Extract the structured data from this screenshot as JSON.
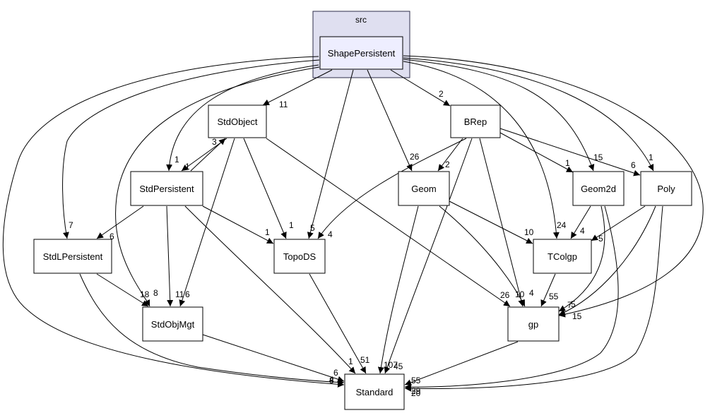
{
  "cluster": {
    "label": "src",
    "fill": "#dfdff0",
    "stroke": "#2e2e4a"
  },
  "colors": {
    "focus_fill": "#eeeeff",
    "node_fill": "#ffffff",
    "stroke": "#000000"
  },
  "nodes": [
    {
      "id": "shapepersistent",
      "label": "ShapePersistent",
      "focus": true
    },
    {
      "id": "stdobject",
      "label": "StdObject"
    },
    {
      "id": "brep",
      "label": "BRep"
    },
    {
      "id": "stdpersistent",
      "label": "StdPersistent"
    },
    {
      "id": "geom",
      "label": "Geom"
    },
    {
      "id": "geom2d",
      "label": "Geom2d"
    },
    {
      "id": "poly",
      "label": "Poly"
    },
    {
      "id": "stdlpersistent",
      "label": "StdLPersistent"
    },
    {
      "id": "topods",
      "label": "TopoDS"
    },
    {
      "id": "tcolgp",
      "label": "TColgp"
    },
    {
      "id": "stdobjmgt",
      "label": "StdObjMgt"
    },
    {
      "id": "gp",
      "label": "gp"
    },
    {
      "id": "standard",
      "label": "Standard"
    }
  ],
  "edges": [
    {
      "from": "shapepersistent",
      "to": "stdobject",
      "label": "11"
    },
    {
      "from": "shapepersistent",
      "to": "brep",
      "label": "2"
    },
    {
      "from": "shapepersistent",
      "to": "stdpersistent",
      "label": "1"
    },
    {
      "from": "shapepersistent",
      "to": "geom",
      "label": "26"
    },
    {
      "from": "shapepersistent",
      "to": "geom2d",
      "label": "15"
    },
    {
      "from": "shapepersistent",
      "to": "poly",
      "label": "1"
    },
    {
      "from": "shapepersistent",
      "to": "stdlpersistent",
      "label": "7"
    },
    {
      "from": "shapepersistent",
      "to": "topods",
      "label": "5"
    },
    {
      "from": "shapepersistent",
      "to": "tcolgp",
      "label": "24"
    },
    {
      "from": "shapepersistent",
      "to": "stdobjmgt",
      "label": "8"
    },
    {
      "from": "shapepersistent",
      "to": "gp",
      "label": "7"
    },
    {
      "from": "shapepersistent",
      "to": "standard",
      "label": "8"
    },
    {
      "from": "stdobject",
      "to": "stdpersistent",
      "label": "1"
    },
    {
      "from": "stdpersistent",
      "to": "stdobject",
      "label": "3"
    },
    {
      "from": "stdobject",
      "to": "topods",
      "label": "1"
    },
    {
      "from": "stdobject",
      "to": "stdobjmgt",
      "label": "6"
    },
    {
      "from": "stdobject",
      "to": "gp",
      "label": "26"
    },
    {
      "from": "brep",
      "to": "geom",
      "label": "2"
    },
    {
      "from": "brep",
      "to": "geom2d",
      "label": "1"
    },
    {
      "from": "brep",
      "to": "poly",
      "label": "6"
    },
    {
      "from": "brep",
      "to": "topods",
      "label": "4"
    },
    {
      "from": "brep",
      "to": "gp",
      "label": "4"
    },
    {
      "from": "brep",
      "to": "standard",
      "label": "45"
    },
    {
      "from": "stdpersistent",
      "to": "stdlpersistent",
      "label": "6"
    },
    {
      "from": "stdpersistent",
      "to": "topods",
      "label": "1"
    },
    {
      "from": "stdpersistent",
      "to": "stdobjmgt",
      "label": "11"
    },
    {
      "from": "stdpersistent",
      "to": "standard",
      "label": "1"
    },
    {
      "from": "geom",
      "to": "tcolgp",
      "label": "10"
    },
    {
      "from": "geom",
      "to": "gp",
      "label": "10"
    },
    {
      "from": "geom",
      "to": "standard",
      "label": "107"
    },
    {
      "from": "geom2d",
      "to": "tcolgp",
      "label": "4"
    },
    {
      "from": "geom2d",
      "to": "gp",
      "label": "5"
    },
    {
      "from": "geom2d",
      "to": "standard",
      "label": "29"
    },
    {
      "from": "poly",
      "to": "tcolgp",
      "label": "5"
    },
    {
      "from": "poly",
      "to": "gp",
      "label": "15"
    },
    {
      "from": "poly",
      "to": "standard",
      "label": "20"
    },
    {
      "from": "stdlpersistent",
      "to": "stdobjmgt",
      "label": "18"
    },
    {
      "from": "stdlpersistent",
      "to": "standard",
      "label": "4"
    },
    {
      "from": "topods",
      "to": "standard",
      "label": "51"
    },
    {
      "from": "tcolgp",
      "to": "gp",
      "label": "55"
    },
    {
      "from": "stdobjmgt",
      "to": "standard",
      "label": "6"
    },
    {
      "from": "gp",
      "to": "standard",
      "label": "55"
    }
  ]
}
